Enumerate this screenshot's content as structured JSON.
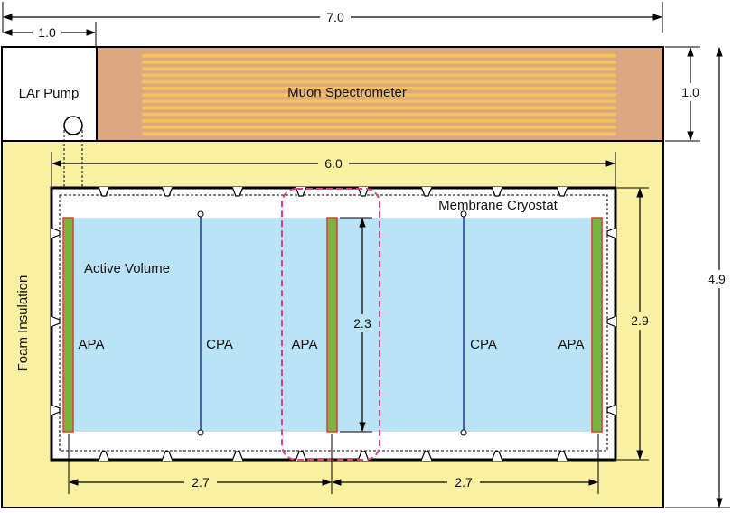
{
  "colors": {
    "insulation": "#f9f0a1",
    "spectrometer": "#dba882",
    "spectrometer_stripe": "#f4c45a",
    "active_volume": "#bbe3f7",
    "apa_fill": "#79b440",
    "apa_edge": "#e23b2f",
    "cpa_line": "#243a9a",
    "highlight": "#e43b8f",
    "outline": "#000000"
  },
  "dimensions": {
    "total_width": "7.0",
    "pump_width": "1.0",
    "spectrometer_height": "1.0",
    "total_height": "4.9",
    "cryostat_width": "6.0",
    "cryostat_height": "2.9",
    "apa_height": "2.3",
    "drift_left": "2.7",
    "drift_right": "2.7"
  },
  "labels": {
    "pump": "LAr Pump",
    "spectrometer": "Muon Spectrometer",
    "cryostat": "Membrane Cryostat",
    "active_volume": "Active Volume",
    "insulation": "Foam Insulation",
    "apa_left": "APA",
    "cpa_left": "CPA",
    "apa_center": "APA",
    "cpa_right": "CPA",
    "apa_right": "APA"
  }
}
